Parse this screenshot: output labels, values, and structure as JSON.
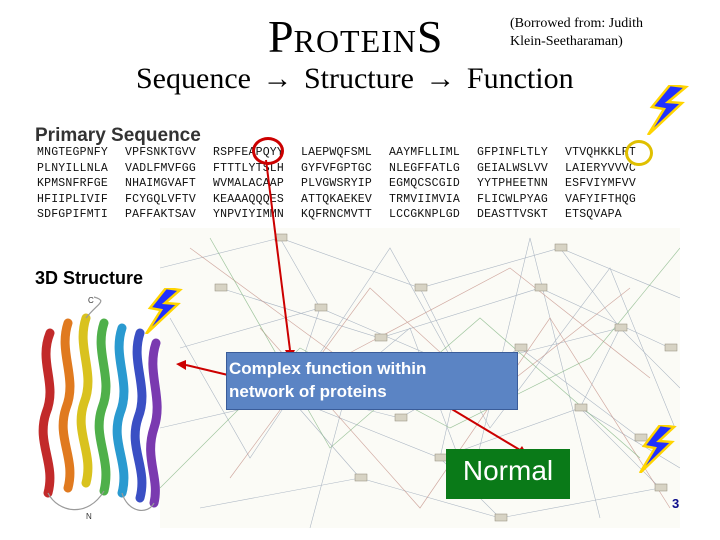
{
  "title": {
    "cap1": "P",
    "middle": "ROTEIN",
    "cap2": "S"
  },
  "credit": {
    "line1": "(Borrowed from: Judith",
    "line2": "Klein-Seetharaman)"
  },
  "subtitle": {
    "word1": "Sequence",
    "arrow": "→",
    "word2": "Structure",
    "word3": "Function"
  },
  "primary_label": "Primary Sequence",
  "sequence_rows": [
    [
      "MNGTEGPNFY",
      "VPFSNKTGVV",
      "RSPFEAPQYY",
      "LAEPWQFSML",
      "AAYMFLLIML",
      "GFPINFLTLY",
      "VTVQHKKLRT"
    ],
    [
      "PLNYILLNLA",
      "VADLFMVFGG",
      "FTTTLYTSLH",
      "GYFVFGPTGC",
      "NLEGFFATLG",
      "GEIALWSLVV",
      "LAIERYVVVC"
    ],
    [
      "KPMSNFRFGE",
      "NHAIMGVAFT",
      "WVMALACAAP",
      "PLVGWSRYIP",
      "EGMQCSCGID",
      "YYTPHEETNN",
      "ESFVIYMFVV"
    ],
    [
      "HFIIPLIVIF",
      "FCYGQLVFTV",
      "KEAAAQQQES",
      "ATTQKAEKEV",
      "TRMVIIMVIA",
      "FLICWLPYAG",
      "VAFYIFTHQG"
    ],
    [
      "SDFGPIFMTI",
      "PAFFAKTSAV",
      "YNPVIYIMMN",
      "KQFRNCMVTT",
      "LCCGKNPLGD",
      "DEASTTVSKT",
      "ETSQVAPA"
    ]
  ],
  "structure_label": "3D Structure",
  "callout": {
    "line1": "Complex function within",
    "line2": "network of proteins"
  },
  "normal_label": "Normal",
  "page_number": "3",
  "colors": {
    "callout_bg": "#5b84c4",
    "normal_bg": "#0a7a18",
    "lightning": "#2030ff",
    "highlight_red": "#cc0000",
    "highlight_yellow": "#e0c000"
  },
  "icons": [
    "lightning-bolt-icon",
    "protein-ribbon-image",
    "network-graph-image"
  ]
}
